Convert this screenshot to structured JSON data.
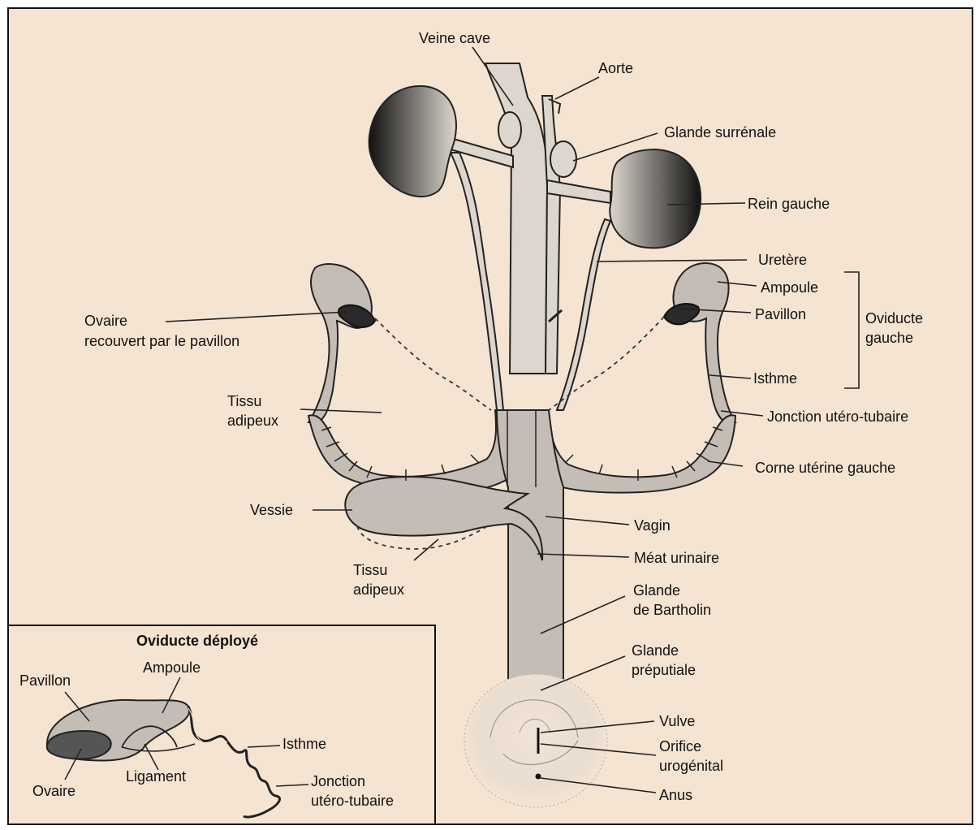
{
  "figure": {
    "colors": {
      "background": "#f5e4d2",
      "organ_fill": "#c4bdb5",
      "vessel_fill": "#dcd6ce",
      "outline": "#222222",
      "kidney_dark": "#161616",
      "kidney_light": "#d8d2ca"
    },
    "labels": {
      "veine_cave": "Veine cave",
      "aorte": "Aorte",
      "glande_surrenale": "Glande surrénale",
      "rein_gauche": "Rein gauche",
      "uretere": "Uretère",
      "ampoule": "Ampoule",
      "pavillon": "Pavillon",
      "oviducte_1": "Oviducte",
      "oviducte_2": "gauche",
      "isthme": "Isthme",
      "jonction": "Jonction utéro-tubaire",
      "corne": "Corne utérine gauche",
      "ovaire_1": "Ovaire",
      "ovaire_2": "recouvert par le pavillon",
      "tissu_1_a": "Tissu",
      "tissu_1_b": "adipeux",
      "vessie": "Vessie",
      "tissu_2_a": "Tissu",
      "tissu_2_b": "adipeux",
      "vagin": "Vagin",
      "meat": "Méat urinaire",
      "bartholin_1": "Glande",
      "bartholin_2": "de Bartholin",
      "preputiale_1": "Glande",
      "preputiale_2": "préputiale",
      "vulve": "Vulve",
      "orifice_1": "Orifice",
      "orifice_2": "urogénital",
      "anus": "Anus"
    },
    "inset": {
      "title": "Oviducte déployé",
      "pavillon": "Pavillon",
      "ampoule": "Ampoule",
      "isthme": "Isthme",
      "ovaire": "Ovaire",
      "ligament": "Ligament",
      "jonction_1": "Jonction",
      "jonction_2": "utéro-tubaire"
    }
  }
}
